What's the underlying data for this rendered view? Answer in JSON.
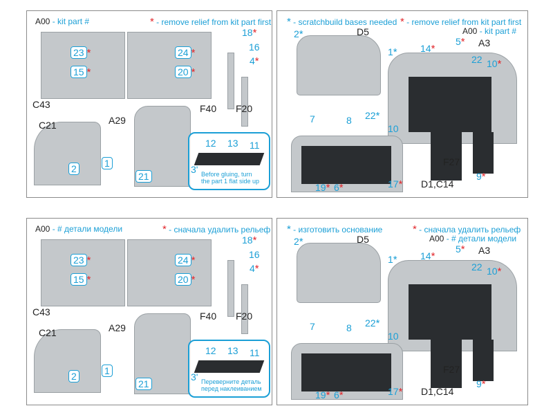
{
  "panels": [
    {
      "lang": "en",
      "kit": "A00",
      "kit_label": " - kit part #",
      "relief": " - remove relief from kit part first",
      "labels": {
        "p23": "23",
        "p24": "24",
        "p15": "15",
        "p20": "20",
        "p18": "18",
        "p16": "16",
        "p4": "4",
        "c43": "C43",
        "f40": "F40",
        "f20": "F20",
        "c21": "C21",
        "a29": "A29",
        "p2": "2",
        "p1": "1",
        "p21": "21",
        "p12": "12",
        "p13": "13",
        "p11": "11",
        "p3": "3'"
      },
      "note": [
        "Before gluing, turn",
        "the part 1 flat side up"
      ]
    },
    {
      "lang": "en",
      "scratch": " - scratchbuild bases needed",
      "relief": " - remove relief from kit part first",
      "kit": "A00",
      "kit_label": " - kit part #",
      "labels": {
        "d5": "D5",
        "p2": "2",
        "p1": "1",
        "p14": "14",
        "p5": "5",
        "a3": "A3",
        "p22": "22",
        "p10s": "10",
        "p7": "7",
        "p8": "8",
        "p22s": "22",
        "p10": "10",
        "f27": "F27",
        "p9": "9",
        "p19": "19",
        "p6": "6",
        "p17": "17",
        "d1": "D1,C14"
      }
    },
    {
      "lang": "ru",
      "kit": "A00",
      "kit_label": " - # детали модели",
      "relief": " - сначала удалить рельеф",
      "labels": {
        "p23": "23",
        "p24": "24",
        "p15": "15",
        "p20": "20",
        "p18": "18",
        "p16": "16",
        "p4": "4",
        "c43": "C43",
        "f40": "F40",
        "f20": "F20",
        "c21": "C21",
        "a29": "A29",
        "p2": "2",
        "p1": "1",
        "p21": "21",
        "p12": "12",
        "p13": "13",
        "p11": "11",
        "p3": "3'"
      },
      "note": [
        "Переверните деталь",
        "перед наклеиванием"
      ]
    },
    {
      "lang": "ru",
      "scratch": " - изготовить основание",
      "relief": " - сначала удалить рельеф",
      "kit": "A00",
      "kit_label": " - # детали модели",
      "labels": {
        "d5": "D5",
        "p2": "2",
        "p1": "1",
        "p14": "14",
        "p5": "5",
        "a3": "A3",
        "p22": "22",
        "p10s": "10",
        "p7": "7",
        "p8": "8",
        "p22s": "22",
        "p10": "10",
        "f27": "F27",
        "p9": "9",
        "p19": "19",
        "p6": "6",
        "p17": "17",
        "d1": "D1,C14"
      }
    }
  ],
  "star": "*",
  "colors": {
    "cyan": "#1b9fd6",
    "red": "#e2262b"
  }
}
